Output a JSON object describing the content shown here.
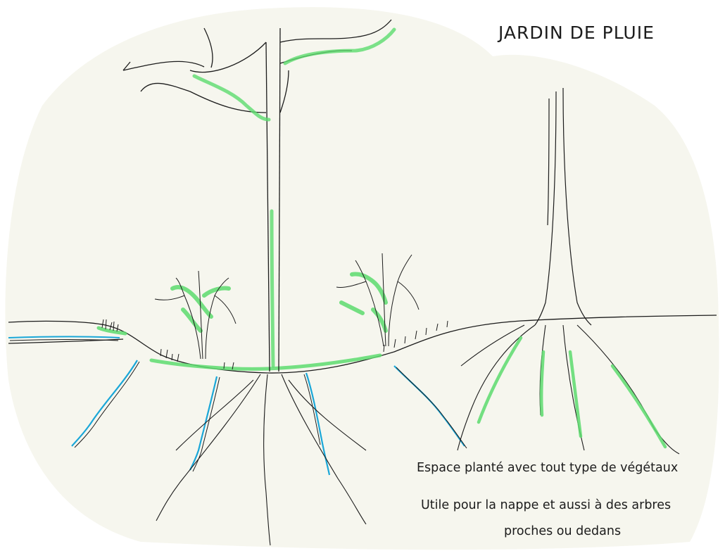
{
  "title": "JARDIN DE PLUIE",
  "captions": [
    "Espace planté avec tout type de végétaux",
    "Utile pour la nappe et aussi à des arbres",
    "proches ou dedans"
  ],
  "colors": {
    "paper": "#f6f6ee",
    "ink": "#1c1c1c",
    "vegetation_green": "#5ddc6e",
    "water_blue": "#1aa7d8"
  },
  "icons": [
    "tree-sketch",
    "shrub-sketch",
    "roots-sketch",
    "water-infiltration"
  ]
}
